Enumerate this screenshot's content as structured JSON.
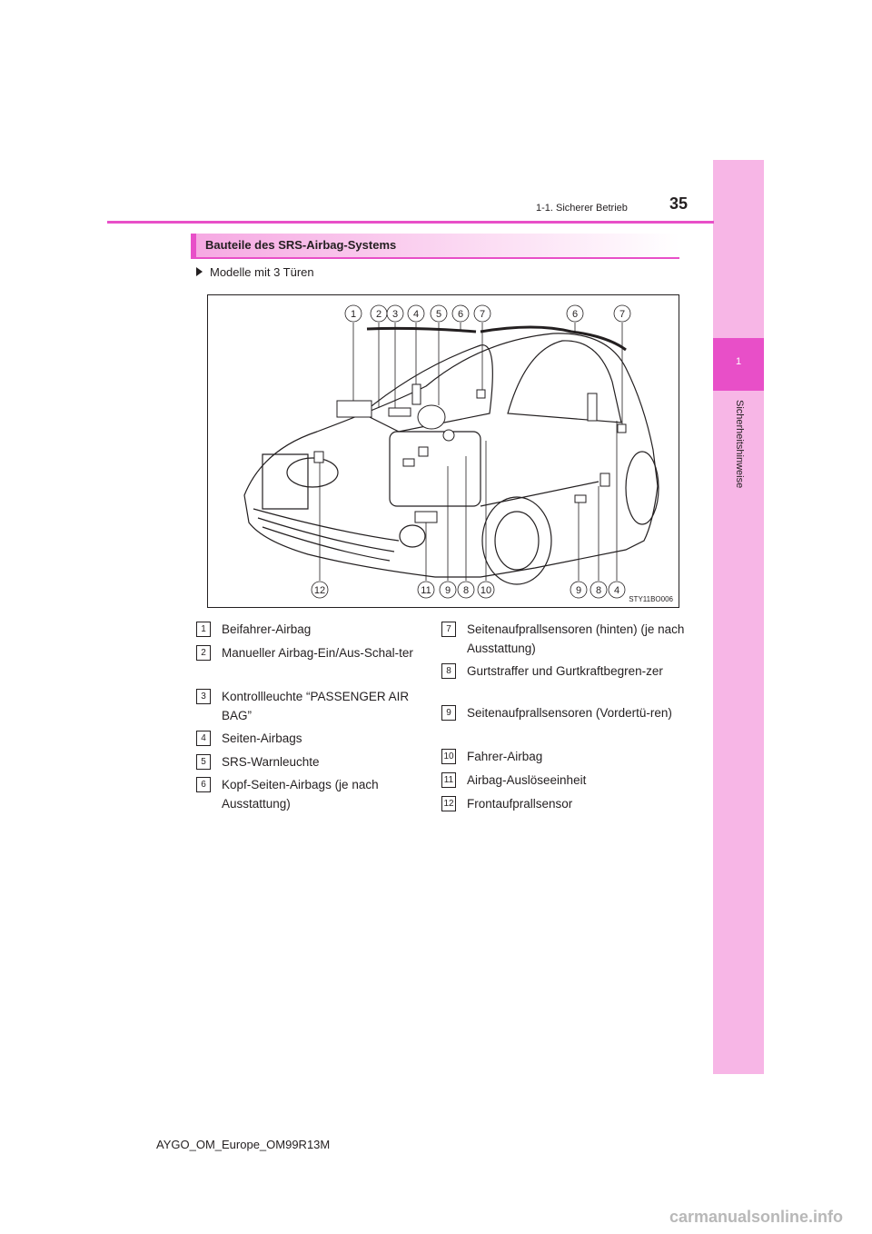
{
  "page": {
    "number": "35",
    "section": "1-1. Sicherer Betrieb",
    "chapter_num": "1",
    "chapter_title": "Sicherheitshinweise",
    "footer": "AYGO_OM_Europe_OM99R13M",
    "watermark": "carmanualsonline.info"
  },
  "section_title": "Bauteile des SRS-Airbag-Systems",
  "subsection": "Modelle mit 3 Türen",
  "figure": {
    "code": "STY11BO006",
    "top_labels": [
      "1",
      "2",
      "3",
      "4",
      "5",
      "6",
      "7",
      "6",
      "7"
    ],
    "bottom_labels": [
      "12",
      "11",
      "9",
      "8",
      "10",
      "9",
      "8",
      "4"
    ]
  },
  "legend_left": [
    {
      "n": "1",
      "text": "Beifahrer-Airbag"
    },
    {
      "n": "2",
      "text": "Manueller Airbag-Ein/Aus-Schal-ter"
    },
    {
      "n": "3",
      "text": "Kontrollleuchte “PASSENGER AIR BAG”"
    },
    {
      "n": "4",
      "text": "Seiten-Airbags"
    },
    {
      "n": "5",
      "text": "SRS-Warnleuchte"
    },
    {
      "n": "6",
      "text": "Kopf-Seiten-Airbags (je nach Ausstattung)"
    }
  ],
  "legend_right": [
    {
      "n": "7",
      "text": "Seitenaufprallsensoren (hinten) (je nach Ausstattung)"
    },
    {
      "n": "8",
      "text": "Gurtstraffer und Gurtkraftbegren-zer"
    },
    {
      "n": "9",
      "text": "Seitenaufprallsensoren (Vordertü-ren)"
    },
    {
      "n": "10",
      "text": "Fahrer-Airbag"
    },
    {
      "n": "11",
      "text": "Airbag-Auslöseeinheit"
    },
    {
      "n": "12",
      "text": "Frontaufprallsensor"
    }
  ]
}
